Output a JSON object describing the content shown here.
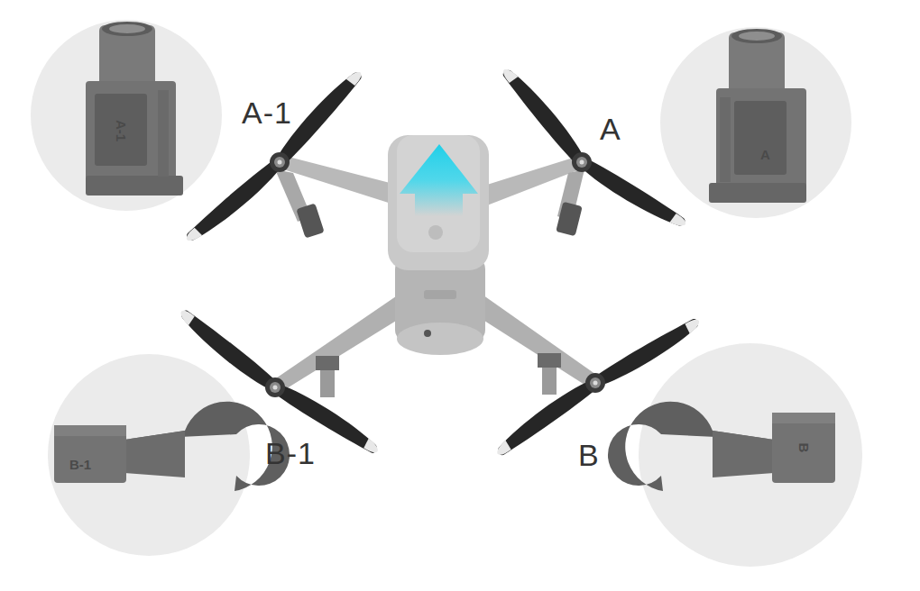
{
  "diagram": {
    "labels": [
      "A-1",
      "A",
      "B-1",
      "B",
      "A-1",
      "A",
      "B-1",
      "B"
    ]
  }
}
